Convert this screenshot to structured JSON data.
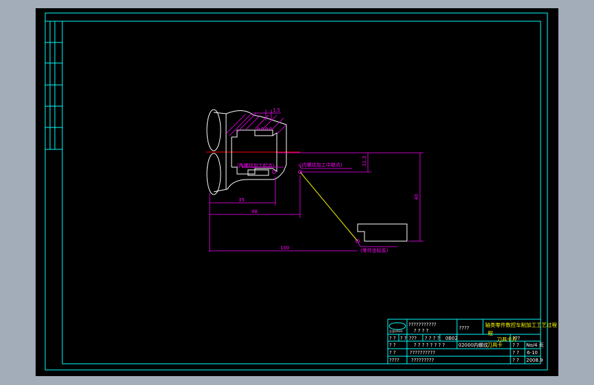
{
  "colors": {
    "window_bg": "#a3acb9",
    "canvas_bg": "#000000",
    "border": "#00ffff",
    "part": "#ffffff",
    "dimension": "#ff00ff",
    "hatch": "#ff00ff",
    "toolpath": "#ffff00",
    "centerline": "#ff0000",
    "block_text": "#ffffff",
    "block_title_text": "#ffff00"
  },
  "dimensions": {
    "thread_pitch": "1.5",
    "dim_35": "35",
    "dim_48": "48",
    "dim_100": "100",
    "dim_40": "40",
    "dim_11_3": "11.3"
  },
  "annotations": {
    "start_point": "(内螺纹加工起点)",
    "mid_point": "(内螺纹加工中继点)",
    "origin_point": "(零件坐标系)"
  },
  "title_block": {
    "logo_text": "企业LOGO",
    "header_q1": "???????????",
    "header_q2": "? ? ? ?",
    "header_q3": "????",
    "part_title": "轴类零件数控车削加工工艺过程",
    "part_title_line2": "程",
    "part_subtitle": "刀具卡片",
    "r2_c1": "? ?",
    "r2_c2": "? ?",
    "r2_c3": "???",
    "r2_c4": "? ?",
    "r2_c5": "? ?",
    "r2_code": "0B02",
    "r2_right": "???",
    "r3_c1": "? ?",
    "r3_c2": "? ? ? ? ? ? ? ?",
    "r3_program": "02000内螺纹",
    "r3_tool": "刀具卡",
    "r3_right_label": "? ?",
    "r3_right_value": "No/4 页",
    "r4_c1": "? ?",
    "r4_c2": "??????????",
    "r4_right_label": "? ?",
    "r4_right_value": "6-10",
    "r5_c1": "????",
    "r5_c2": "?????????",
    "r5_right_label": "? ?",
    "r5_right_value": "2008.9"
  }
}
